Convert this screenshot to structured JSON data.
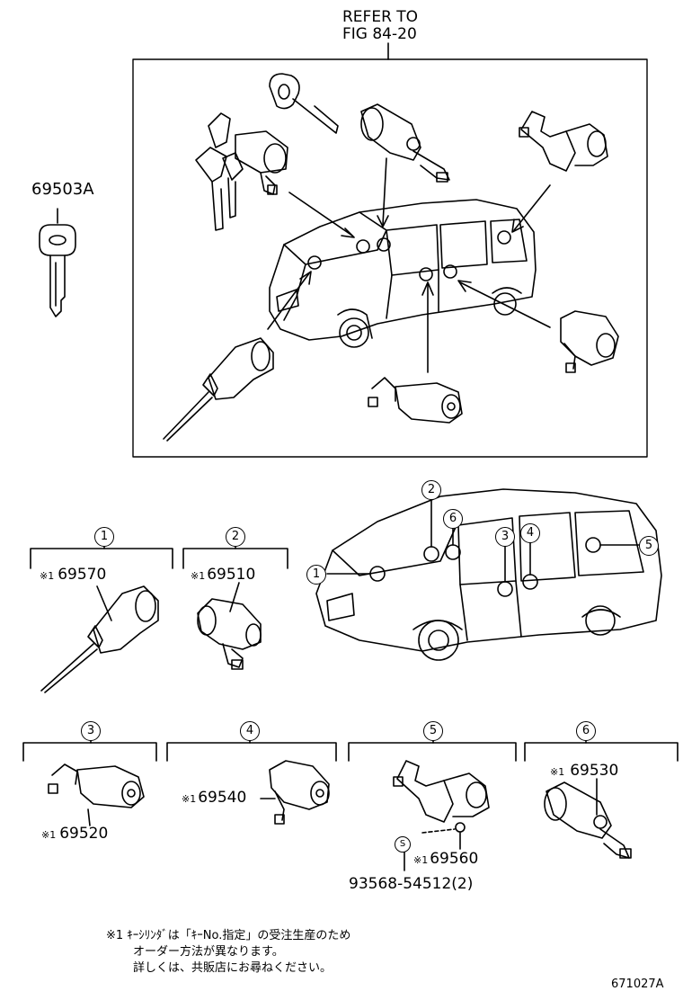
{
  "refer": {
    "line1": "REFER TO",
    "line2": "FIG 84-20"
  },
  "key_part": "69503A",
  "groups": [
    {
      "num": "1",
      "part": "69570"
    },
    {
      "num": "2",
      "part": "69510"
    },
    {
      "num": "3",
      "part": "69520"
    },
    {
      "num": "4",
      "part": "69540"
    },
    {
      "num": "5",
      "part": "69560"
    },
    {
      "num": "6",
      "part": "69530"
    }
  ],
  "mark": "※1",
  "screw_symbol": "S",
  "screw_part": "93568-54512(2)",
  "notes": [
    "※1  ｷｰｼﾘﾝﾀﾞは「ｷｰNo.指定」の受注生産のため",
    "オーダー方法が異なります。",
    "詳しくは、共販店にお尋ねください。"
  ],
  "figure_id": "671027A"
}
